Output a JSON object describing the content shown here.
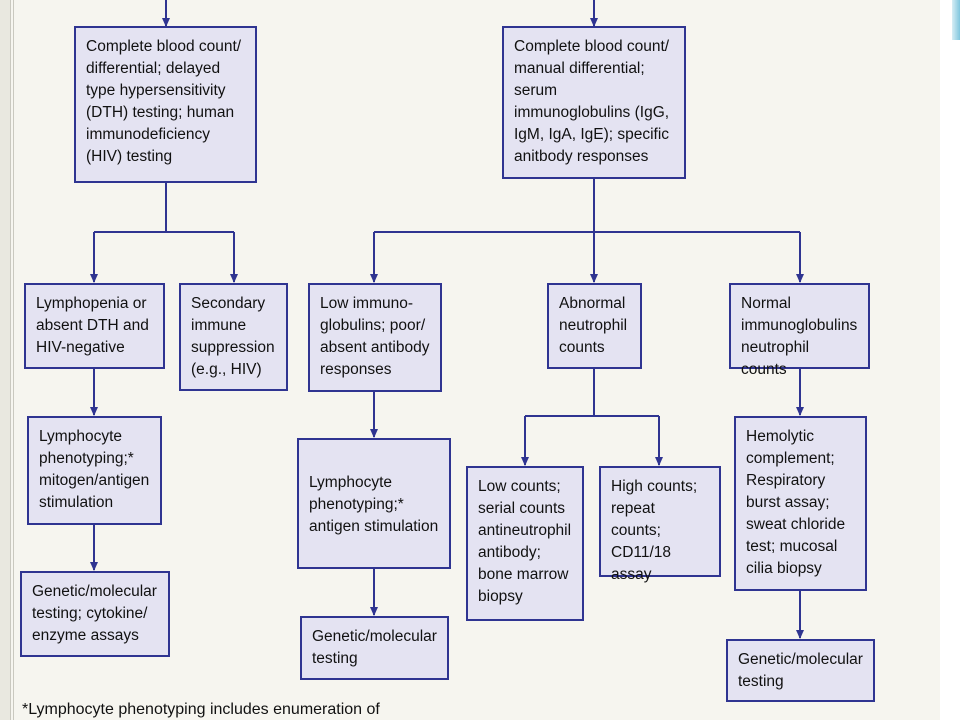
{
  "diagram": {
    "boxes": {
      "cbc_dth_hiv": "Complete blood count/\ndifferential; delayed\ntype hypersensitivity\n(DTH) testing; human\nimmunodeficiency\n(HIV) testing",
      "cbc_manual_ig": "Complete blood count/\nmanual differential;\nserum\nimmunoglobulins (IgG,\nIgM, IgA, IgE); specific\nanitbody responses",
      "lymphopenia": "Lymphopenia or\nabsent DTH and\nHIV-negative",
      "secondary_suppression": "Secondary\nimmune\nsuppression\n(e.g., HIV)",
      "low_ig": "Low immuno-\nglobulins; poor/\nabsent antibody\nresponses",
      "abnormal_neutrophil": "Abnormal\nneutrophil\ncounts",
      "normal_ig": "Normal\nimmunoglobulins\nneutrophil counts",
      "lymph_mitogen": "Lymphocyte\nphenotyping;*\nmitogen/antigen\nstimulation",
      "lymph_antigen": "Lymphocyte\nphenotyping;*\nantigen stimulation",
      "low_counts": "Low counts;\nserial counts\nantineutrophil\nantibody;\nbone marrow\nbiopsy",
      "high_counts": "High counts;\nrepeat counts;\nCD11/18\nassay",
      "hemolytic": "Hemolytic\ncomplement;\nRespiratory\nburst assay;\nsweat chloride\ntest; mucosal\ncilia biopsy",
      "genetic_cytokine": "Genetic/molecular\ntesting; cytokine/\nenzyme assays",
      "genetic_middle": "Genetic/molecular\ntesting",
      "genetic_right": "Genetic/molecular\ntesting"
    },
    "footnote": "*Lymphocyte phenotyping includes enumeration of"
  }
}
